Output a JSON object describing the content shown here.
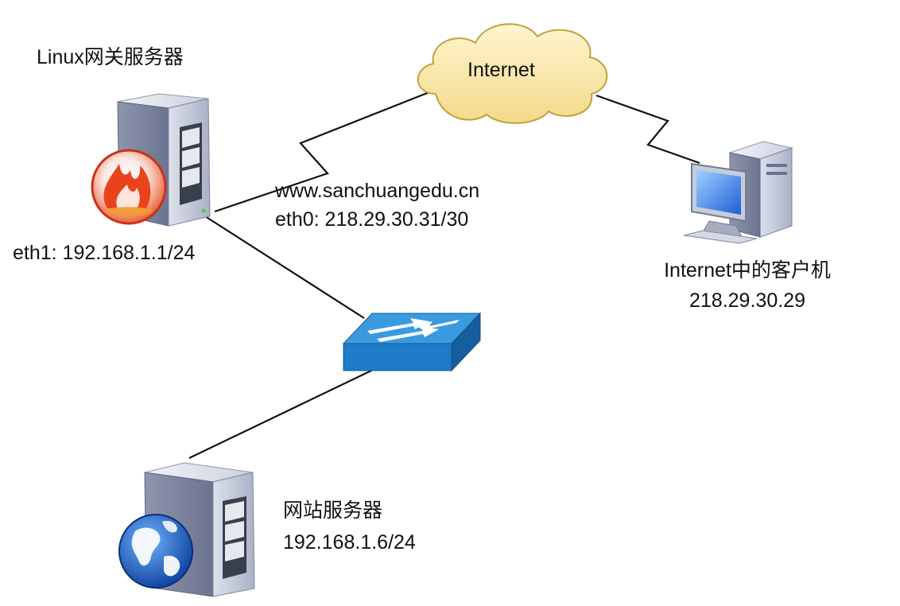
{
  "gateway": {
    "title": "Linux网关服务器",
    "eth1": "eth1: 192.168.1.1/24",
    "icon": "firewall-server-icon"
  },
  "internet": {
    "label": "Internet",
    "domain": "www.sanchuangedu.cn",
    "eth0": "eth0: 218.29.30.31/30",
    "icon": "cloud-icon"
  },
  "client": {
    "title": "Internet中的客户机",
    "ip": "218.29.30.29",
    "icon": "desktop-computer-icon"
  },
  "switch": {
    "icon": "network-switch-icon"
  },
  "web_server": {
    "title": "网站服务器",
    "ip": "192.168.1.6/24",
    "icon": "web-server-globe-icon"
  },
  "colors": {
    "cloud_fill": "#fbe7a6",
    "cloud_stroke": "#c9a23a",
    "switch_top": "#2f8fd6",
    "switch_side": "#1d6fb3",
    "server_body": "#cfd4e2",
    "flame": "#e8421a",
    "globe": "#1b5fc2",
    "screen": "#3b86f0"
  }
}
